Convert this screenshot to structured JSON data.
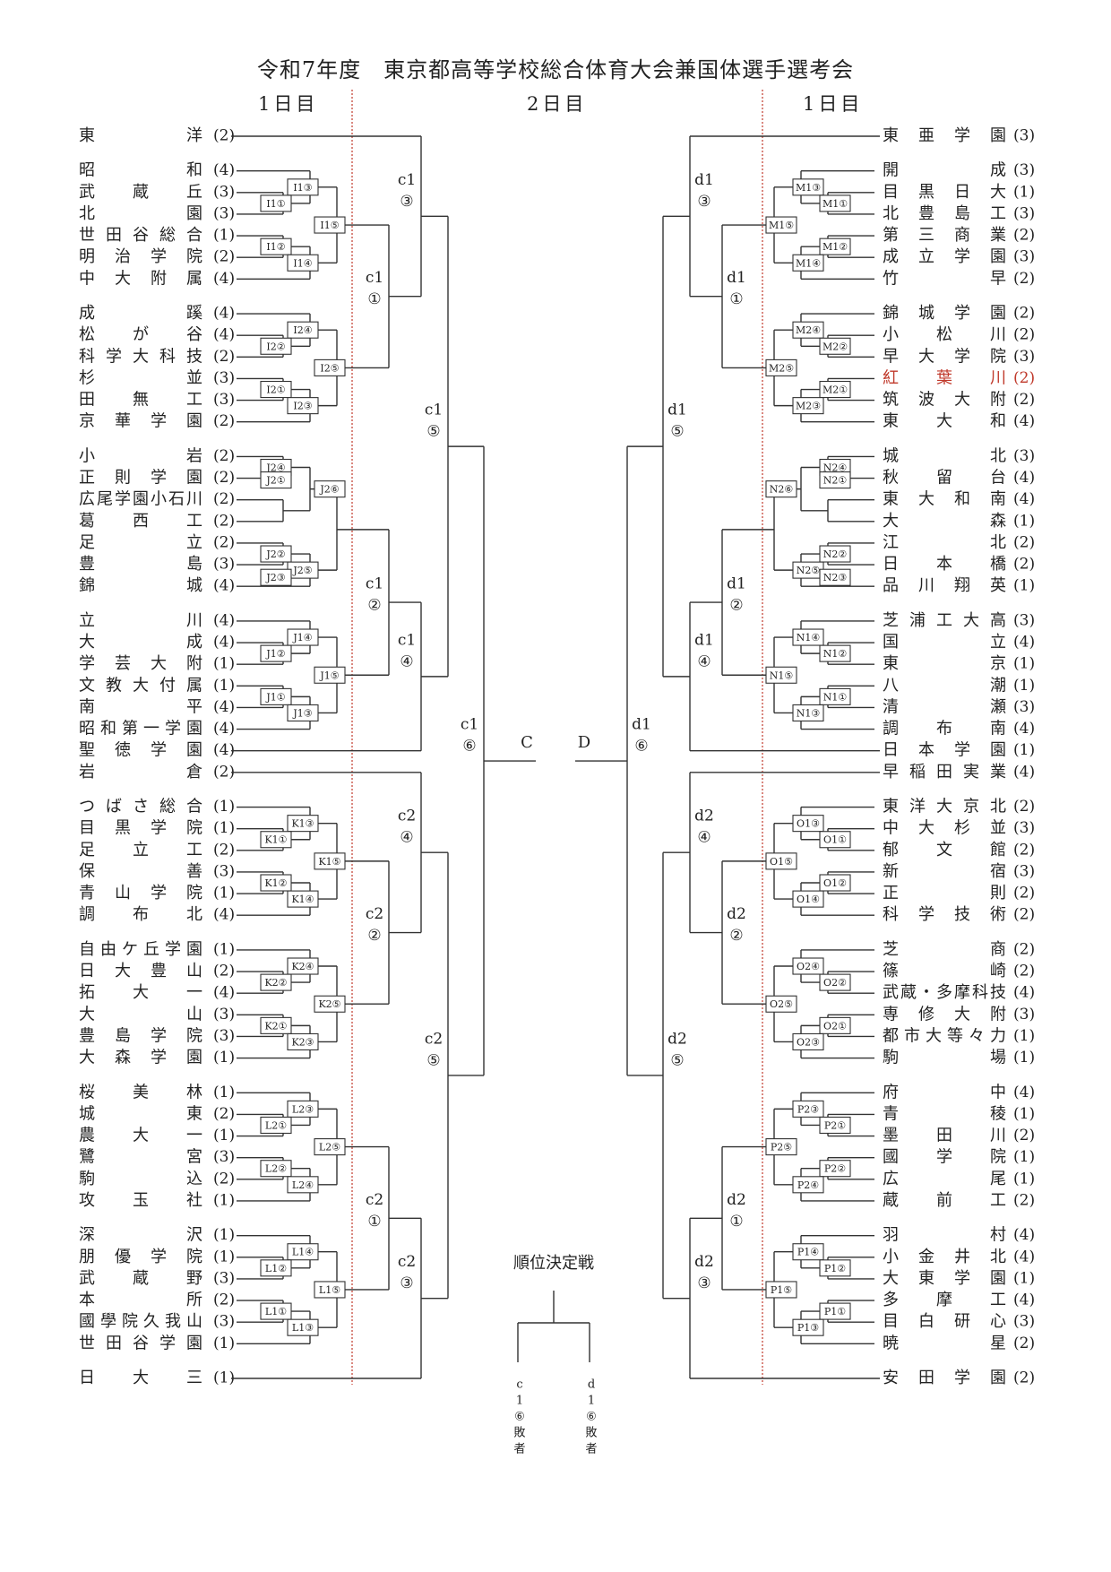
{
  "title": "令和7年度　東京都高等学校総合体育大会兼国体選手選考会",
  "days": {
    "left": "1日目",
    "center": "2日目",
    "right": "1日目"
  },
  "colors": {
    "line": "#333333",
    "divider": "#c0392b",
    "highlight": "#c0392b"
  },
  "left_teams": [
    {
      "name": "東　　　　洋",
      "num": "(2)"
    },
    {
      "name": "昭　　　　和",
      "num": "(4)"
    },
    {
      "name": "武　蔵　丘",
      "num": "(3)"
    },
    {
      "name": "北　　　　園",
      "num": "(3)"
    },
    {
      "name": "世田谷総合",
      "num": "(1)"
    },
    {
      "name": "明治学院",
      "num": "(2)"
    },
    {
      "name": "中大附属",
      "num": "(4)"
    },
    {
      "name": "成　　　　蹊",
      "num": "(4)"
    },
    {
      "name": "松　が　谷",
      "num": "(4)"
    },
    {
      "name": "科学大科技",
      "num": "(2)"
    },
    {
      "name": "杉　　　　並",
      "num": "(3)"
    },
    {
      "name": "田　無　工",
      "num": "(3)"
    },
    {
      "name": "京華学園",
      "num": "(2)"
    },
    {
      "name": "小　　　　岩",
      "num": "(2)"
    },
    {
      "name": "正則学園",
      "num": "(2)"
    },
    {
      "name": "広尾学園小石川",
      "num": "(2)"
    },
    {
      "name": "葛　西　工",
      "num": "(2)"
    },
    {
      "name": "足　　　　立",
      "num": "(2)"
    },
    {
      "name": "豊　　　　島",
      "num": "(3)"
    },
    {
      "name": "錦　　　　城",
      "num": "(4)"
    },
    {
      "name": "立　　　　川",
      "num": "(4)"
    },
    {
      "name": "大　　　　成",
      "num": "(4)"
    },
    {
      "name": "学芸大附",
      "num": "(1)"
    },
    {
      "name": "文教大付属",
      "num": "(1)"
    },
    {
      "name": "南　　　　平",
      "num": "(4)"
    },
    {
      "name": "昭和第一学園",
      "num": "(4)"
    },
    {
      "name": "聖徳学園",
      "num": "(4)"
    },
    {
      "name": "岩　　　　倉",
      "num": "(2)"
    },
    {
      "name": "つばさ総合",
      "num": "(1)"
    },
    {
      "name": "目黒学院",
      "num": "(1)"
    },
    {
      "name": "足　立　工",
      "num": "(2)"
    },
    {
      "name": "保　　　　善",
      "num": "(3)"
    },
    {
      "name": "青山学院",
      "num": "(1)"
    },
    {
      "name": "調　布　北",
      "num": "(4)"
    },
    {
      "name": "自由ケ丘学園",
      "num": "(1)"
    },
    {
      "name": "日大豊山",
      "num": "(2)"
    },
    {
      "name": "拓　大　一",
      "num": "(4)"
    },
    {
      "name": "大　　　　山",
      "num": "(3)"
    },
    {
      "name": "豊島学院",
      "num": "(3)"
    },
    {
      "name": "大森学園",
      "num": "(1)"
    },
    {
      "name": "桜　美　林",
      "num": "(1)"
    },
    {
      "name": "城　　　　東",
      "num": "(2)"
    },
    {
      "name": "農　大　一",
      "num": "(1)"
    },
    {
      "name": "鷺　　　　宮",
      "num": "(3)"
    },
    {
      "name": "駒　　　　込",
      "num": "(2)"
    },
    {
      "name": "攻　玉　社",
      "num": "(1)"
    },
    {
      "name": "深　　　　沢",
      "num": "(1)"
    },
    {
      "name": "朋優学院",
      "num": "(1)"
    },
    {
      "name": "武　蔵　野",
      "num": "(3)"
    },
    {
      "name": "本　　　　所",
      "num": "(2)"
    },
    {
      "name": "國學院久我山",
      "num": "(3)"
    },
    {
      "name": "世田谷学園",
      "num": "(1)"
    },
    {
      "name": "日　大　三",
      "num": "(1)"
    }
  ],
  "right_teams": [
    {
      "name": "東亜学園",
      "num": "(3)"
    },
    {
      "name": "開　　　　成",
      "num": "(3)"
    },
    {
      "name": "目黒日大",
      "num": "(1)"
    },
    {
      "name": "北豊島工",
      "num": "(3)"
    },
    {
      "name": "第三商業",
      "num": "(2)"
    },
    {
      "name": "成立学園",
      "num": "(3)"
    },
    {
      "name": "竹　　　　早",
      "num": "(2)"
    },
    {
      "name": "錦城学園",
      "num": "(2)"
    },
    {
      "name": "小　松　川",
      "num": "(2)"
    },
    {
      "name": "早大学院",
      "num": "(3)"
    },
    {
      "name": "紅　葉　川",
      "num": "(2)",
      "highlight": true
    },
    {
      "name": "筑波大附",
      "num": "(2)"
    },
    {
      "name": "東　大　和",
      "num": "(4)"
    },
    {
      "name": "城　　　　北",
      "num": "(3)"
    },
    {
      "name": "秋　留　台",
      "num": "(4)"
    },
    {
      "name": "東大和南",
      "num": "(4)"
    },
    {
      "name": "大　　　　森",
      "num": "(1)"
    },
    {
      "name": "江　　　　北",
      "num": "(2)"
    },
    {
      "name": "日　本　橋",
      "num": "(2)"
    },
    {
      "name": "品川翔英",
      "num": "(1)"
    },
    {
      "name": "芝浦工大高",
      "num": "(3)"
    },
    {
      "name": "国　　　　立",
      "num": "(4)"
    },
    {
      "name": "東　　　　京",
      "num": "(1)"
    },
    {
      "name": "八　　　　潮",
      "num": "(1)"
    },
    {
      "name": "清　　　　瀬",
      "num": "(3)"
    },
    {
      "name": "調　布　南",
      "num": "(4)"
    },
    {
      "name": "日本学園",
      "num": "(1)"
    },
    {
      "name": "早稲田実業",
      "num": "(4)"
    },
    {
      "name": "東洋大京北",
      "num": "(2)"
    },
    {
      "name": "中大杉並",
      "num": "(3)"
    },
    {
      "name": "郁　文　館",
      "num": "(2)"
    },
    {
      "name": "新　　　　宿",
      "num": "(3)"
    },
    {
      "name": "正　　　　則",
      "num": "(2)"
    },
    {
      "name": "科学技術",
      "num": "(2)"
    },
    {
      "name": "芝　　　　商",
      "num": "(2)"
    },
    {
      "name": "篠　　　　崎",
      "num": "(2)"
    },
    {
      "name": "武蔵・多摩科技",
      "num": "(4)"
    },
    {
      "name": "専修大附",
      "num": "(3)"
    },
    {
      "name": "都市大等々力",
      "num": "(1)"
    },
    {
      "name": "駒　　　　場",
      "num": "(1)"
    },
    {
      "name": "府　　　　中",
      "num": "(4)"
    },
    {
      "name": "青　　　　稜",
      "num": "(1)"
    },
    {
      "name": "墨　田　川",
      "num": "(2)"
    },
    {
      "name": "國　学　院",
      "num": "(1)"
    },
    {
      "name": "広　　　　尾",
      "num": "(1)"
    },
    {
      "name": "蔵　前　工",
      "num": "(2)"
    },
    {
      "name": "羽　　　　村",
      "num": "(4)"
    },
    {
      "name": "小金井北",
      "num": "(4)"
    },
    {
      "name": "大東学園",
      "num": "(1)"
    },
    {
      "name": "多　摩　工",
      "num": "(4)"
    },
    {
      "name": "目白研心",
      "num": "(3)"
    },
    {
      "name": "暁　　　　星",
      "num": "(2)"
    },
    {
      "name": "安田学園",
      "num": "(2)"
    }
  ],
  "left_groups": [
    "I1",
    "I2",
    "J2",
    "J1",
    "K1",
    "K2",
    "L2",
    "L1"
  ],
  "right_groups": [
    "M1",
    "M2",
    "N2",
    "N1",
    "O1",
    "O2",
    "P2",
    "P1"
  ],
  "groups": {
    "I1": [
      "I1③",
      "I1①",
      "I1⑤",
      "I1②",
      "I1④"
    ],
    "I2": [
      "I2④",
      "I2②",
      "I2⑤",
      "I2①",
      "I2③"
    ],
    "J2": [
      "J2④",
      "J2①",
      "J2⑥",
      "J2②",
      "J2⑤",
      "J2③"
    ],
    "J1": [
      "J1④",
      "J1②",
      "J1⑤",
      "J1①",
      "J1③"
    ],
    "K1": [
      "K1③",
      "K1①",
      "K1⑤",
      "K1②",
      "K1④"
    ],
    "K2": [
      "K2④",
      "K2②",
      "K2⑤",
      "K2①",
      "K2③"
    ],
    "L2": [
      "L2③",
      "L2①",
      "L2⑤",
      "L2②",
      "L2④"
    ],
    "L1": [
      "L1④",
      "L1②",
      "L1⑤",
      "L1①",
      "L1③"
    ],
    "M1": [
      "M1③",
      "M1①",
      "M1⑤",
      "M1②",
      "M1④"
    ],
    "M2": [
      "M2④",
      "M2②",
      "M2⑤",
      "M2①",
      "M2③"
    ],
    "N2": [
      "N2④",
      "N2①",
      "N2⑥",
      "N2②",
      "N2⑤",
      "N2③"
    ],
    "N1": [
      "N1④",
      "N1②",
      "N1⑤",
      "N1①",
      "N1③"
    ],
    "O1": [
      "O1③",
      "O1①",
      "O1⑤",
      "O1②",
      "O1④"
    ],
    "O2": [
      "O2④",
      "O2②",
      "O2⑤",
      "O2①",
      "O2③"
    ],
    "P2": [
      "P2③",
      "P2①",
      "P2⑤",
      "P2②",
      "P2④"
    ],
    "P1": [
      "P1④",
      "P1②",
      "P1⑤",
      "P1①",
      "P1③"
    ]
  },
  "c_labels": {
    "m1": [
      "c1",
      "③"
    ],
    "m2": [
      "c1",
      "①"
    ],
    "m3": [
      "c1",
      "②"
    ],
    "m4": [
      "c1",
      "④"
    ],
    "m5": [
      "c2",
      "④"
    ],
    "m6": [
      "c2",
      "②"
    ],
    "m7": [
      "c2",
      "①"
    ],
    "m8": [
      "c2",
      "③"
    ],
    "s1": [
      "c1",
      "⑤"
    ],
    "s2": [
      "c2",
      "⑤"
    ],
    "f": [
      "c1",
      "⑥"
    ]
  },
  "d_labels": {
    "m1": [
      "d1",
      "③"
    ],
    "m2": [
      "d1",
      "①"
    ],
    "m3": [
      "d1",
      "②"
    ],
    "m4": [
      "d1",
      "④"
    ],
    "m5": [
      "d2",
      "④"
    ],
    "m6": [
      "d2",
      "②"
    ],
    "m7": [
      "d2",
      "①"
    ],
    "m8": [
      "d2",
      "③"
    ],
    "s1": [
      "d1",
      "⑤"
    ],
    "s2": [
      "d2",
      "⑤"
    ],
    "f": [
      "d1",
      "⑥"
    ]
  },
  "block_c": "C",
  "block_d": "D",
  "consolation": {
    "title": "順位決定戦",
    "left": [
      "c",
      "1",
      "⑥",
      "敗",
      "者"
    ],
    "right": [
      "d",
      "1",
      "⑥",
      "敗",
      "者"
    ]
  }
}
